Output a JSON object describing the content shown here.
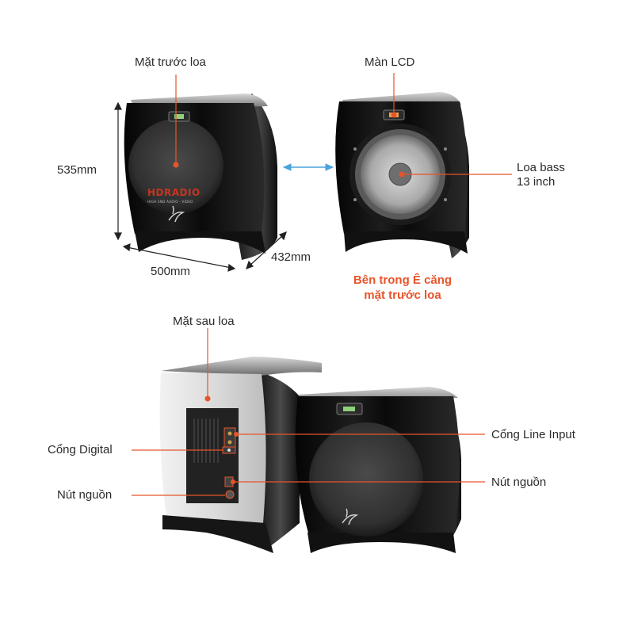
{
  "colors": {
    "accent": "#e8542a",
    "arrow": "#4aa3dc",
    "cabinet": "#0c0c0c",
    "grille": "#3a3a3a"
  },
  "top_left": {
    "front_label": "Mặt trước loa",
    "height_label": "535mm",
    "width_label": "500mm",
    "depth_label": "432mm",
    "watermark_brand": "HDRADIO",
    "watermark_tagline": "HIGH END AUDIO · VIDEO"
  },
  "top_right": {
    "lcd_label": "Màn LCD",
    "bass_label_line1": "Loa bass",
    "bass_label_line2": "13 inch",
    "caption_line1": "Bên trong Ê căng",
    "caption_line2": "mặt trước loa"
  },
  "bottom": {
    "rear_label": "Mặt sau loa",
    "digital_label": "Cổng Digital",
    "power_left_label": "Nút nguồn",
    "line_input_label": "Cổng Line Input",
    "power_right_label": "Nút nguồn"
  },
  "icons": [
    "focal-logo-icon",
    "double-arrow-icon"
  ]
}
